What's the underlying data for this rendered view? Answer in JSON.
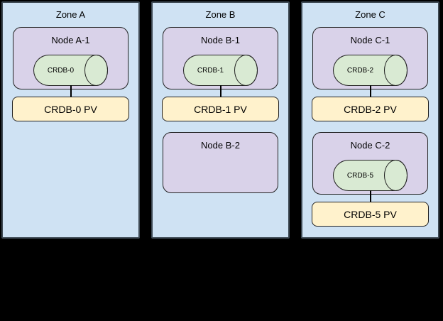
{
  "colors": {
    "background": "#000000",
    "zone_fill": "#cfe2f3",
    "zone_border": "#3d4852",
    "node_fill": "#d9d2e9",
    "db_fill": "#d9ead3",
    "pv_fill": "#fff2cc",
    "shape_border": "#222222",
    "connector": "#000000",
    "text": "#000000"
  },
  "zones": [
    {
      "title": "Zone A",
      "stacks": [
        {
          "node": "Node A-1",
          "db": "CRDB-0",
          "pv": "CRDB-0 PV"
        }
      ]
    },
    {
      "title": "Zone B",
      "stacks": [
        {
          "node": "Node B-1",
          "db": "CRDB-1",
          "pv": "CRDB-1 PV"
        },
        {
          "node": "Node B-2"
        }
      ]
    },
    {
      "title": "Zone C",
      "stacks": [
        {
          "node": "Node C-1",
          "db": "CRDB-2",
          "pv": "CRDB-2 PV"
        },
        {
          "node": "Node C-2",
          "db": "CRDB-5",
          "pv": "CRDB-5 PV"
        }
      ]
    }
  ]
}
